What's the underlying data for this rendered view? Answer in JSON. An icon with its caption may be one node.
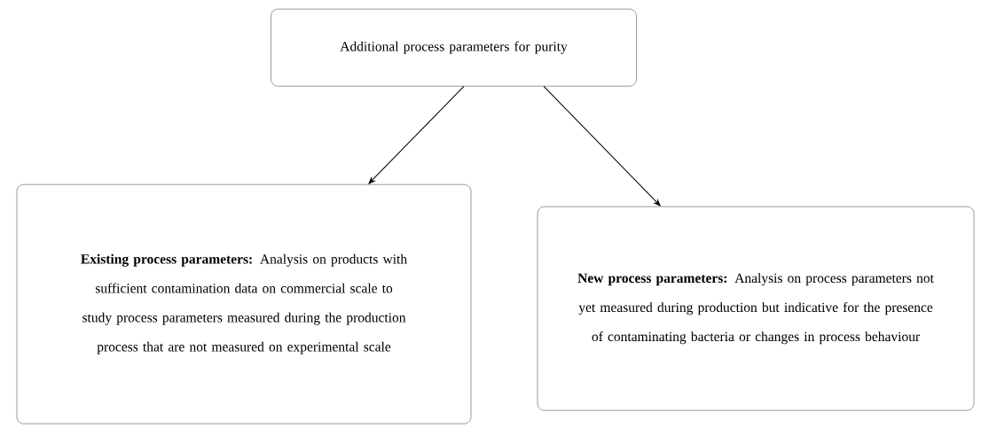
{
  "diagram": {
    "nodes": [
      {
        "text": [
          "Additional process parameters for purity"
        ]
      },
      {
        "text": [
          "**Existing process parameters:** Analysis on products with sufficient contamination data on commercial scale to study process parameters measured during the production process that are not measured on experimental scale"
        ]
      },
      {
        "text": [
          "**New process parameters:** Analysis on process parameters not yet measured during production but indicative for the presence of contaminating bacteria or changes in process behaviour"
        ]
      }
    ],
    "edges": [
      {
        "from": 0,
        "to": 1,
        "arrow": "to"
      },
      {
        "from": 0,
        "to": 2,
        "arrow": "to"
      }
    ]
  }
}
